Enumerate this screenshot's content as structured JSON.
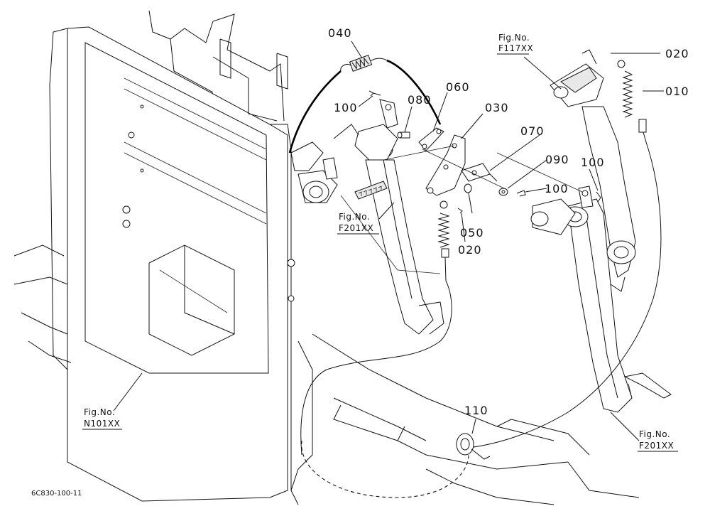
{
  "callouts": {
    "c010": "010",
    "c020a": "020",
    "c020b": "020",
    "c030": "030",
    "c040": "040",
    "c050": "050",
    "c060": "060",
    "c070": "070",
    "c080": "080",
    "c090": "090",
    "c100a": "100",
    "c100b": "100",
    "c100c": "100",
    "c110": "110"
  },
  "figrefs": {
    "f117": {
      "line1": "Fig.No.",
      "line2": "F117XX"
    },
    "f201_center": {
      "line1": "Fig.No.",
      "line2": "F201XX"
    },
    "f201_right": {
      "line1": "Fig.No.",
      "line2": "F201XX"
    },
    "n101": {
      "line1": "Fig.No.",
      "line2": "N101XX"
    }
  },
  "document_code": "6C830-100-11"
}
